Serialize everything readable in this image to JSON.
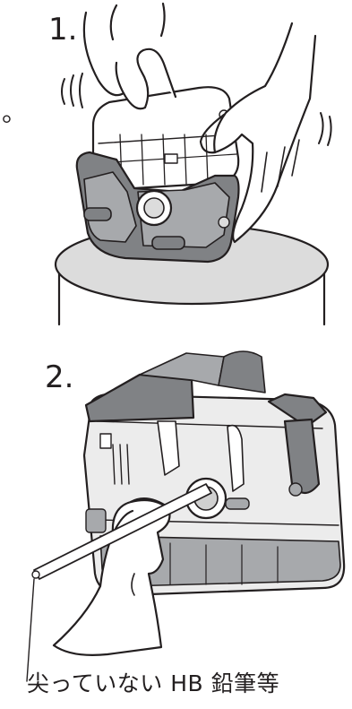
{
  "steps": [
    {
      "number": "1."
    },
    {
      "number": "2."
    }
  ],
  "step1_side_mark": "。",
  "step2_caption": "尖っていない HB 鉛筆等",
  "colors": {
    "line": "#231f20",
    "housing_dark": "#808285",
    "housing_mid": "#a7a9ac",
    "housing_light": "#ececec",
    "table_top": "#dcdcdc",
    "paper": "#ffffff"
  }
}
